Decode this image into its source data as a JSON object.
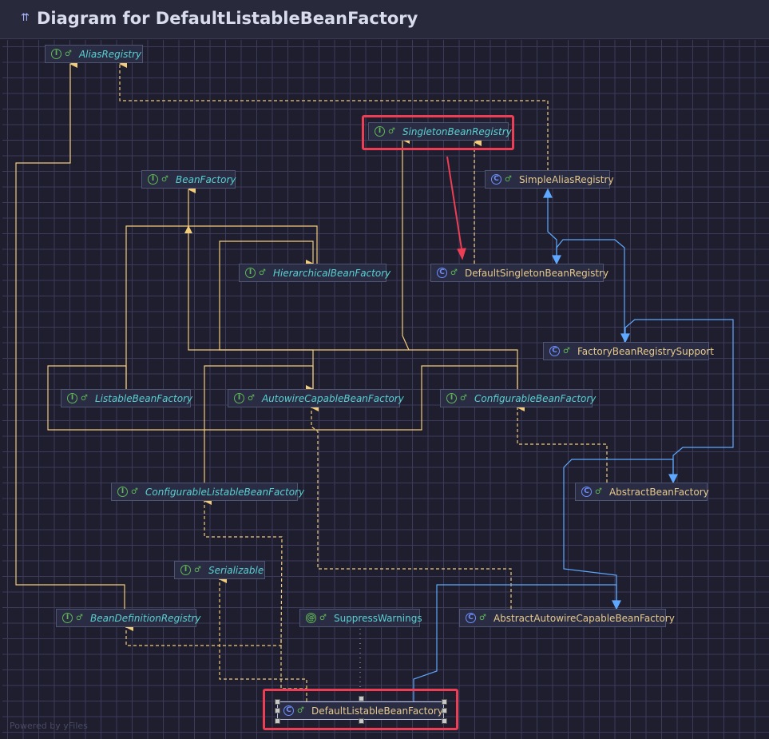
{
  "header": {
    "icon": "diagram-icon",
    "title": "Diagram for DefaultListableBeanFactory"
  },
  "nodes": {
    "AliasRegistry": {
      "label": "AliasRegistry",
      "kind": "interface"
    },
    "SingletonBeanRegistry": {
      "label": "SingletonBeanRegistry",
      "kind": "interface"
    },
    "SimpleAliasRegistry": {
      "label": "SimpleAliasRegistry",
      "kind": "class"
    },
    "BeanFactory": {
      "label": "BeanFactory",
      "kind": "interface"
    },
    "HierarchicalBeanFactory": {
      "label": "HierarchicalBeanFactory",
      "kind": "interface"
    },
    "DefaultSingletonBeanRegistry": {
      "label": "DefaultSingletonBeanRegistry",
      "kind": "class"
    },
    "FactoryBeanRegistrySupport": {
      "label": "FactoryBeanRegistrySupport",
      "kind": "class"
    },
    "ListableBeanFactory": {
      "label": "ListableBeanFactory",
      "kind": "interface"
    },
    "AutowireCapableBeanFactory": {
      "label": "AutowireCapableBeanFactory",
      "kind": "interface"
    },
    "ConfigurableBeanFactory": {
      "label": "ConfigurableBeanFactory",
      "kind": "interface"
    },
    "ConfigurableListableBeanFactory": {
      "label": "ConfigurableListableBeanFactory",
      "kind": "interface"
    },
    "AbstractBeanFactory": {
      "label": "AbstractBeanFactory",
      "kind": "class"
    },
    "Serializable": {
      "label": "Serializable",
      "kind": "interface"
    },
    "BeanDefinitionRegistry": {
      "label": "BeanDefinitionRegistry",
      "kind": "interface"
    },
    "SuppressWarnings": {
      "label": "SuppressWarnings",
      "kind": "annotation"
    },
    "AbstractAutowireCapableBeanFactory": {
      "label": "AbstractAutowireCapableBeanFactory",
      "kind": "class"
    },
    "DefaultListableBeanFactory": {
      "label": "DefaultListableBeanFactory",
      "kind": "class"
    }
  },
  "watermark": "Powered by yFiles",
  "colors": {
    "interface_edge": "#f3cc7a",
    "class_edge": "#5ea8ff",
    "highlight": "#ec3f55",
    "grid": "#3c3b59",
    "background": "#1f1e2e"
  }
}
